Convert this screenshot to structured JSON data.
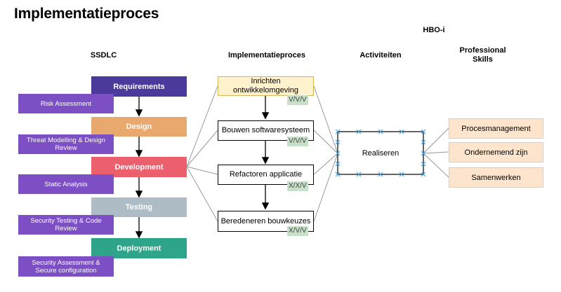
{
  "title": "Implementatieproces",
  "headers": {
    "hbo": "HBO-i",
    "ssdlc": "SSDLC",
    "impl": "Implementatieproces",
    "activiteiten": "Activiteiten",
    "skills_line1": "Professional",
    "skills_line2": "Skills"
  },
  "phases": [
    {
      "label": "Requirements",
      "color": "#4b3a9b"
    },
    {
      "label": "Design",
      "color": "#e9a96e"
    },
    {
      "label": "Development",
      "color": "#ec5f6c"
    },
    {
      "label": "Testing",
      "color": "#aebcc6"
    },
    {
      "label": "Deployment",
      "color": "#2ea58a"
    }
  ],
  "security": [
    "Risk Assessment",
    "Threat Modelling & Design Review",
    "Static Analysis",
    "Security Testing & Code Review",
    "Security Assessment & Secure configuration"
  ],
  "steps": [
    {
      "label": "Inrichten ontwikkelomgeving",
      "badge": "V/V/V"
    },
    {
      "label": "Bouwen softwaresysteem",
      "badge": "V/V/V"
    },
    {
      "label": "Refactoren applicatie",
      "badge": "X/X/V"
    },
    {
      "label": "Beredeneren bouwkeuzes",
      "badge": "X/V/V"
    }
  ],
  "activity": "Realiseren",
  "skills": [
    "Procesmanagement",
    "Ondernemend zijn",
    "Samenwerken"
  ],
  "colors": {
    "security_box": "#7c4fc4",
    "skill_box": "#fde4cc",
    "highlight_step": "#fff2cc",
    "badge": "#c8dfc8"
  }
}
